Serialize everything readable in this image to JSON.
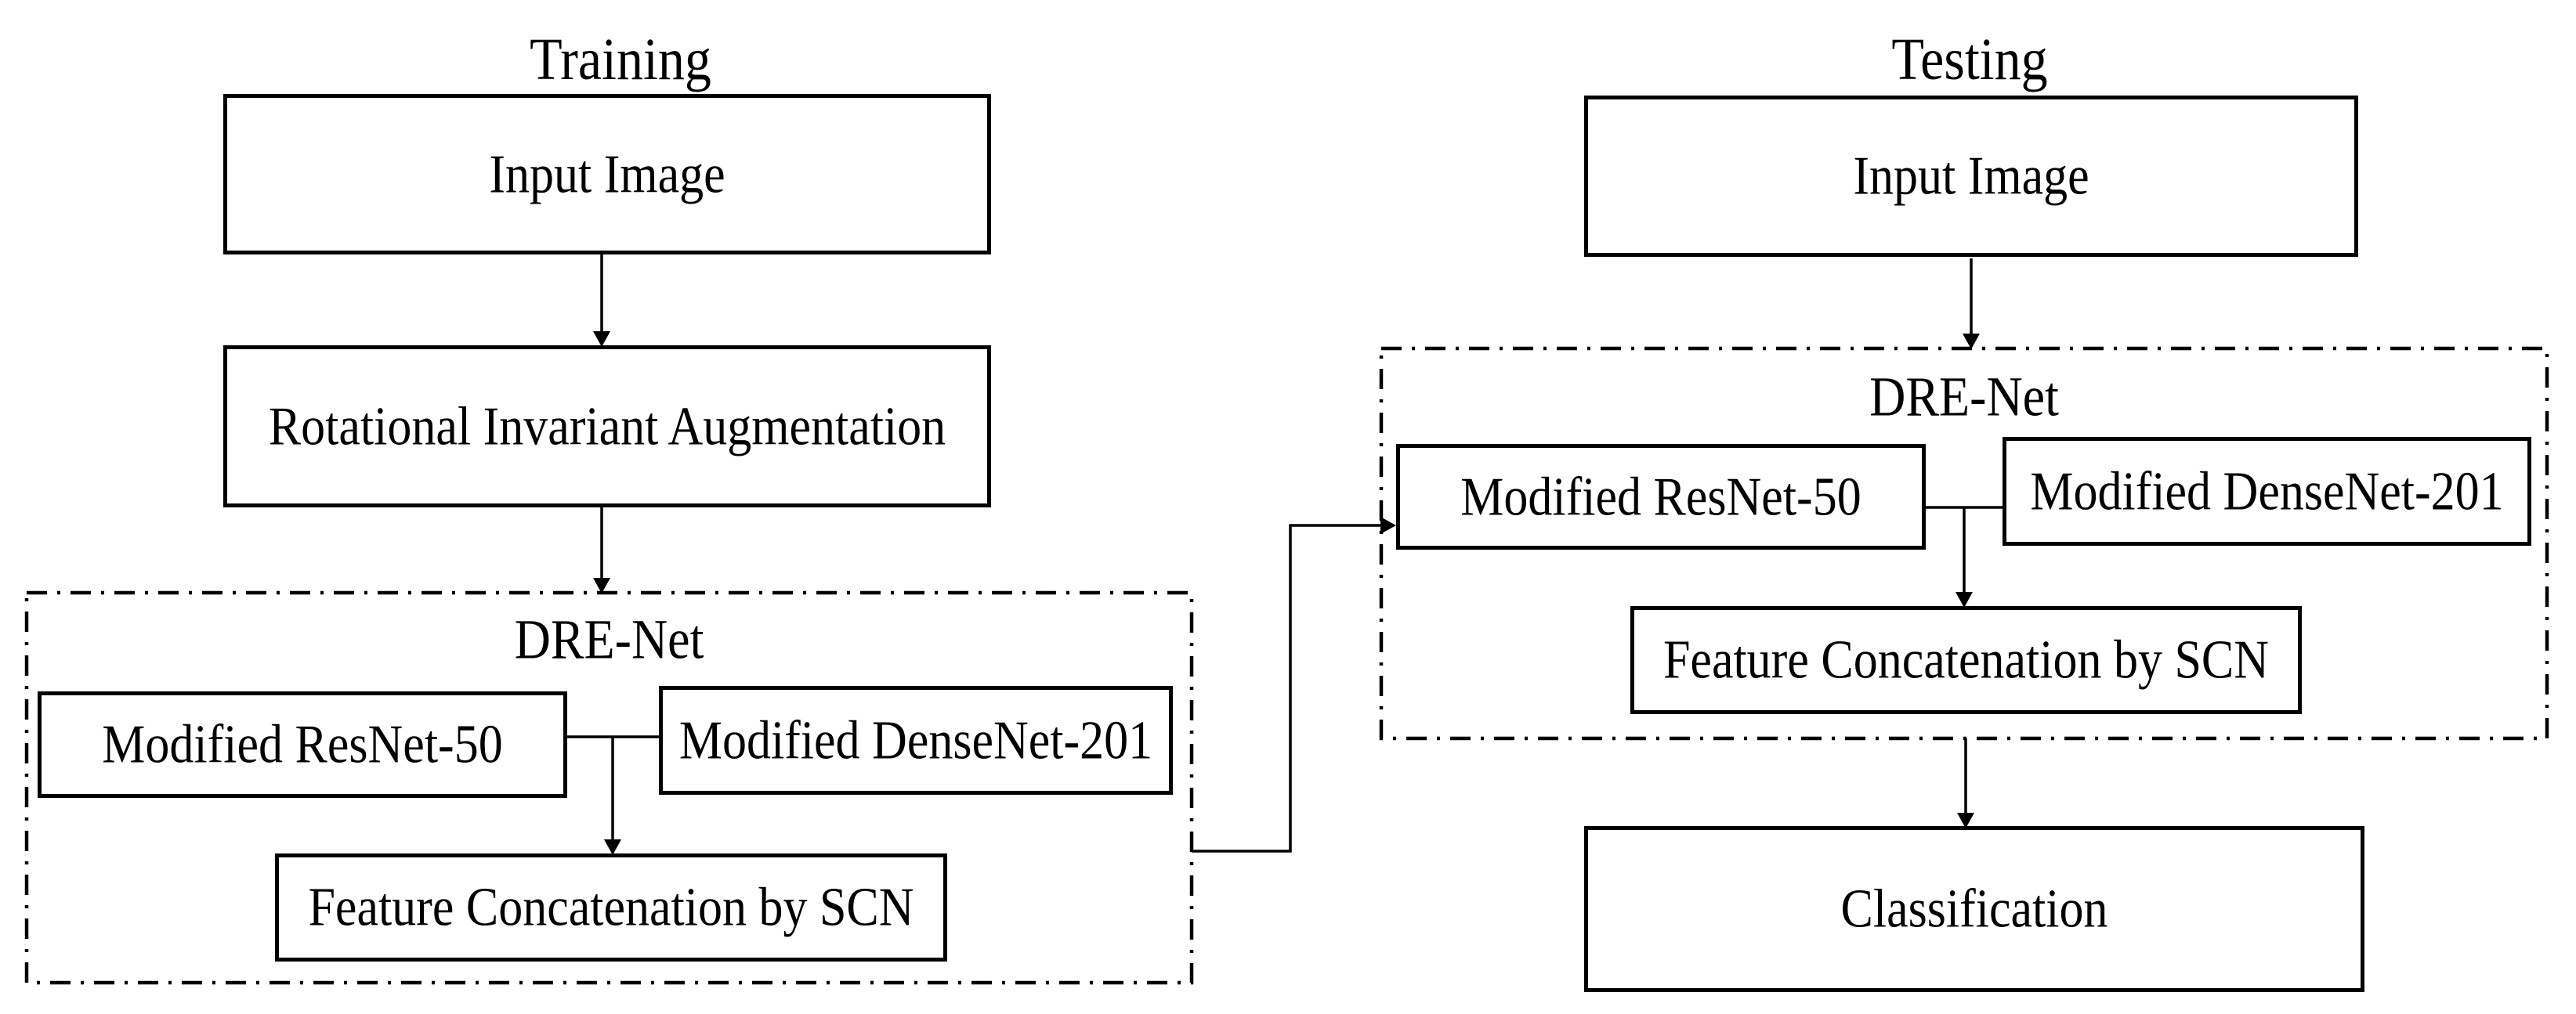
{
  "figure": {
    "background_color": "#ffffff",
    "line_color": "#000000",
    "box_fill_color": "#ffffff",
    "training": {
      "title": "Training",
      "nodes": {
        "input": "Input Image",
        "augmentation": "Rotational Invariant Augmentation",
        "group": "DRE-Net",
        "resnet": "Modified ResNet-50",
        "densenet": "Modified DenseNet-201",
        "concat": "Feature Concatenation by SCN"
      },
      "edges": [
        "Input Image → Rotational Invariant Augmentation",
        "Rotational Invariant Augmentation → DRE-Net",
        "Modified ResNet-50 + Modified DenseNet-201 → Feature Concatenation by SCN",
        "DRE-Net → Testing DRE-Net"
      ]
    },
    "testing": {
      "title": "Testing",
      "nodes": {
        "input": "Input Image",
        "group": "DRE-Net",
        "resnet": "Modified ResNet-50",
        "densenet": "Modified DenseNet-201",
        "concat": "Feature Concatenation by SCN",
        "classification": "Classification"
      },
      "edges": [
        "Input Image → DRE-Net",
        "Modified ResNet-50 + Modified DenseNet-201 → Feature Concatenation by SCN",
        "DRE-Net → Classification"
      ]
    }
  }
}
